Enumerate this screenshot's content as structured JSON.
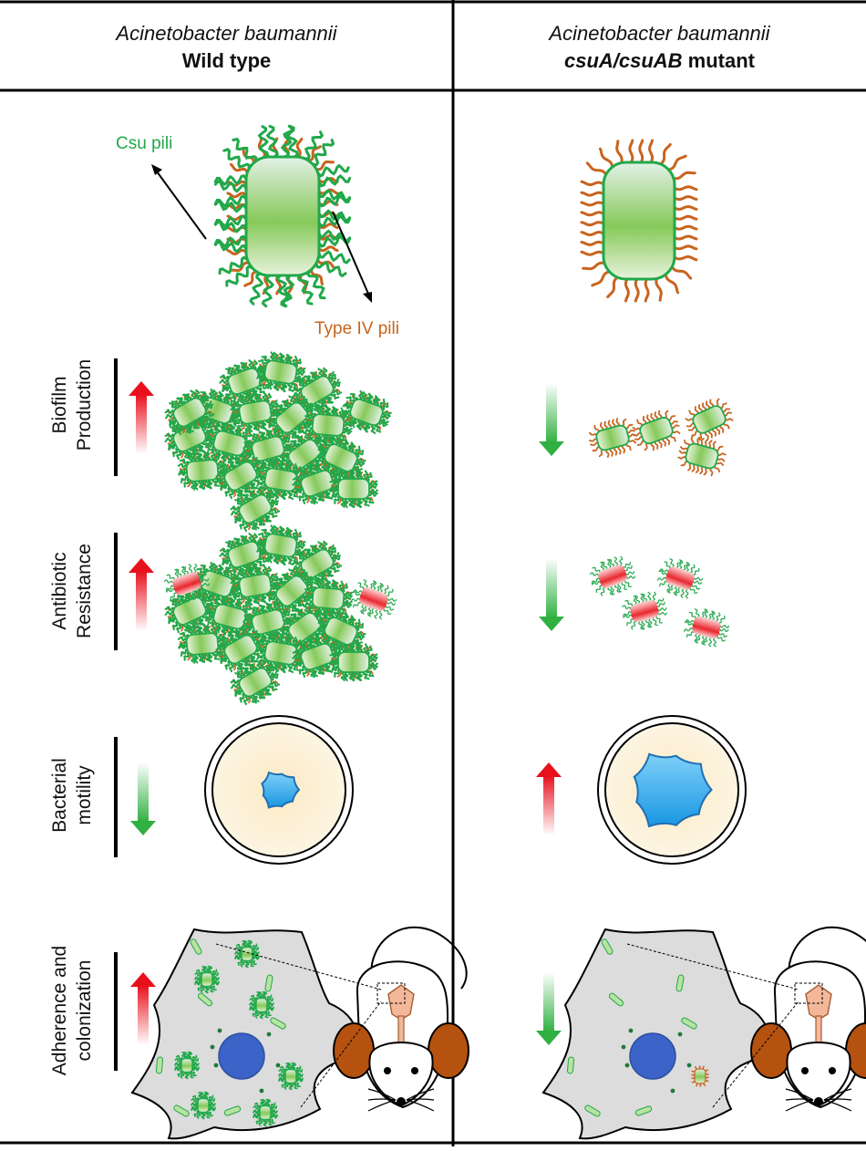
{
  "header": {
    "wild": {
      "species": "Acinetobacter baumannii",
      "strain": "Wild type"
    },
    "mutant": {
      "species": "Acinetobacter baumannii",
      "strain_italic": "csuA/csuAB",
      "strain_suffix": " mutant"
    }
  },
  "pili_labels": {
    "csu": "Csu pili",
    "type4": "Type IV pili"
  },
  "colors": {
    "csu_pili": "#21a84a",
    "type4_pili": "#c8641e",
    "up_arrow": "#e8101c",
    "down_arrow": "#2fb040",
    "cell_fill": "#a6d98a",
    "nucleus": "#3b63c8",
    "colony": "#35a6e8",
    "ear": "#b5520f",
    "plate": "#fbf1d7"
  },
  "rows": [
    {
      "id": "biofilm",
      "label_lines": [
        "Biofilm",
        "Production"
      ],
      "wild_trend": "up",
      "mutant_trend": "down"
    },
    {
      "id": "antibiotic",
      "label_lines": [
        "Antibiotic",
        "Resistance"
      ],
      "wild_trend": "up",
      "mutant_trend": "down"
    },
    {
      "id": "motility",
      "label_lines": [
        "Bacterial",
        "motility"
      ],
      "wild_trend": "down",
      "mutant_trend": "up"
    },
    {
      "id": "adherence",
      "label_lines": [
        "Adherence and",
        "colonization"
      ],
      "wild_trend": "up",
      "mutant_trend": "down"
    }
  ]
}
